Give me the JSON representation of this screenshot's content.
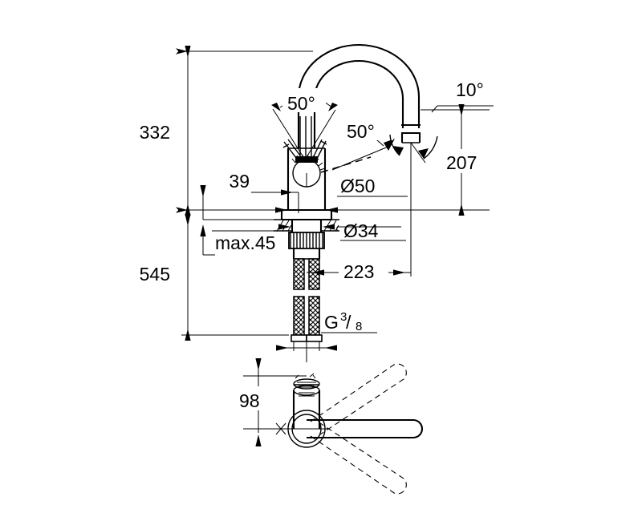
{
  "document": {
    "type": "technical-dimension-drawing",
    "subject": "single-lever kitchen mixer tap",
    "units": "mm",
    "background_color": "#ffffff",
    "line_color": "#000000"
  },
  "dimensions": {
    "overall_height": "332",
    "total_height_with_hoses": "545",
    "spout_height": "207",
    "spout_reach": "223",
    "handle_offset": "39",
    "base_diameter": "Ø50",
    "shank_diameter": "Ø34",
    "max_deck_thickness": "max.45",
    "top_view_height": "98",
    "lever_up_angle": "50°",
    "lever_swivel_angle": "50°",
    "spout_outlet_angle": "10°"
  },
  "labels": {
    "thread": {
      "letter": "G",
      "numerator": "3",
      "slash": "/",
      "denominator": "8"
    }
  },
  "annotations": [
    {
      "id": "dim-332",
      "value": "332",
      "orientation": "vertical",
      "description": "overall fixture height from deck to top of spout"
    },
    {
      "id": "dim-545",
      "value": "545",
      "orientation": "vertical",
      "description": "total height including connection hoses"
    },
    {
      "id": "dim-207",
      "value": "207",
      "orientation": "vertical",
      "description": "height from deck to spout outlet"
    },
    {
      "id": "dim-223",
      "value": "223",
      "orientation": "horizontal",
      "description": "spout projection from centre axis"
    },
    {
      "id": "dim-39",
      "value": "39",
      "orientation": "horizontal",
      "description": "lever pivot offset"
    },
    {
      "id": "dim-d50",
      "value": "Ø50",
      "orientation": "leader",
      "description": "base escutcheon diameter"
    },
    {
      "id": "dim-d34",
      "value": "Ø34",
      "orientation": "leader",
      "description": "mounting shank diameter"
    },
    {
      "id": "dim-max45",
      "value": "max.45",
      "orientation": "vertical",
      "description": "maximum worktop thickness"
    },
    {
      "id": "dim-98",
      "value": "98",
      "orientation": "vertical",
      "description": "top view body height"
    },
    {
      "id": "ang-50a",
      "value": "50°",
      "orientation": "angular",
      "description": "lever lift angle"
    },
    {
      "id": "ang-50b",
      "value": "50°",
      "orientation": "angular",
      "description": "lever side swivel angle"
    },
    {
      "id": "ang-10",
      "value": "10°",
      "orientation": "angular",
      "description": "spout outlet inclination"
    }
  ]
}
